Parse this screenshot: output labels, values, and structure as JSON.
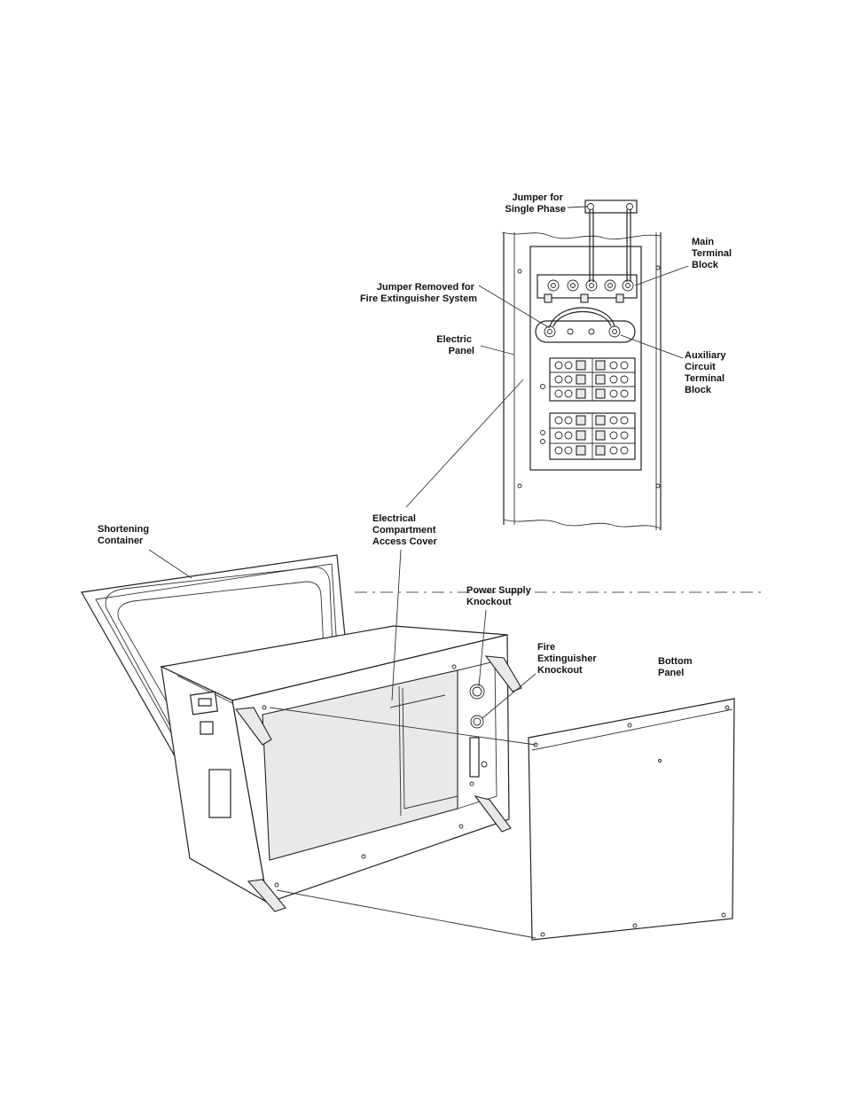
{
  "labels": {
    "jumper_single_phase": [
      "Jumper for",
      "Single Phase"
    ],
    "main_terminal_block": [
      "Main",
      "Terminal",
      "Block"
    ],
    "jumper_removed": [
      "Jumper  Removed for",
      "Fire Extinguisher System"
    ],
    "electric_panel": [
      "Electric",
      "Panel"
    ],
    "auxiliary_block": [
      "Auxiliary",
      "Circuit",
      "Terminal",
      "Block"
    ],
    "access_cover": [
      "Electrical",
      "Compartment",
      "Access Cover"
    ],
    "shortening_container": [
      "Shortening",
      "Container"
    ],
    "power_supply_knockout": [
      "Power Supply",
      "Knockout"
    ],
    "fire_ext_knockout": [
      "Fire",
      "Extinguisher",
      "Knockout"
    ],
    "bottom_panel": [
      "Bottom",
      "Panel"
    ]
  }
}
